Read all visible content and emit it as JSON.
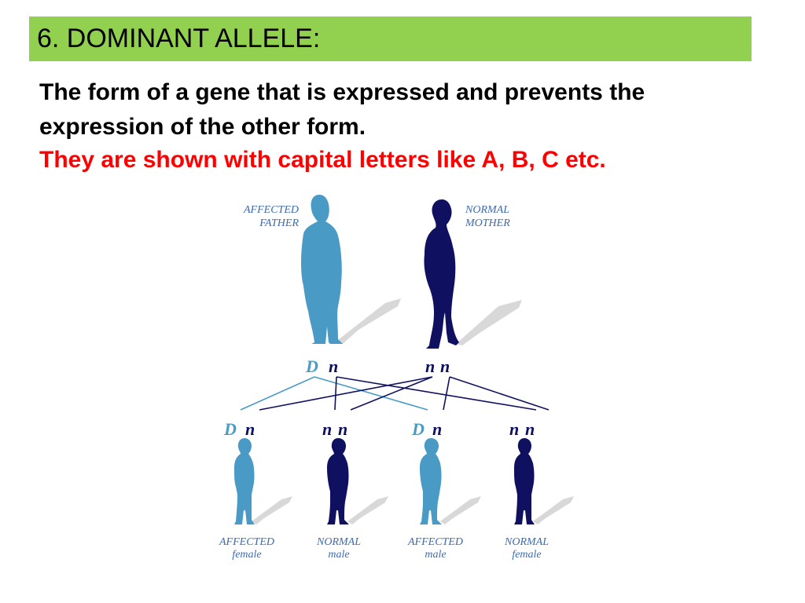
{
  "slide": {
    "title": "6. DOMINANT ALLELE:",
    "definition": "The form of a gene that is expressed and prevents the expression of the other form.",
    "note": "They are shown with capital letters like A, B, C etc."
  },
  "colors": {
    "title_bar": "#92d050",
    "note_text": "#ff0000",
    "affected": "#4a9ac6",
    "normal": "#0f1160",
    "shadow": "#d8d8d8"
  },
  "pedigree": {
    "parents": [
      {
        "label_line1": "AFFECTED",
        "label_line2": "FATHER",
        "allele1": "D",
        "allele2": "n",
        "status": "affected"
      },
      {
        "label_line1": "NORMAL",
        "label_line2": "MOTHER",
        "allele1": "n",
        "allele2": "n",
        "status": "normal"
      }
    ],
    "children": [
      {
        "allele1": "D",
        "allele2": "n",
        "status_label": "AFFECTED",
        "sex_label": "female",
        "status": "affected"
      },
      {
        "allele1": "n",
        "allele2": "n",
        "status_label": "NORMAL",
        "sex_label": "male",
        "status": "normal"
      },
      {
        "allele1": "D",
        "allele2": "n",
        "status_label": "AFFECTED",
        "sex_label": "male",
        "status": "affected"
      },
      {
        "allele1": "n",
        "allele2": "n",
        "status_label": "NORMAL",
        "sex_label": "female",
        "status": "normal"
      }
    ]
  }
}
